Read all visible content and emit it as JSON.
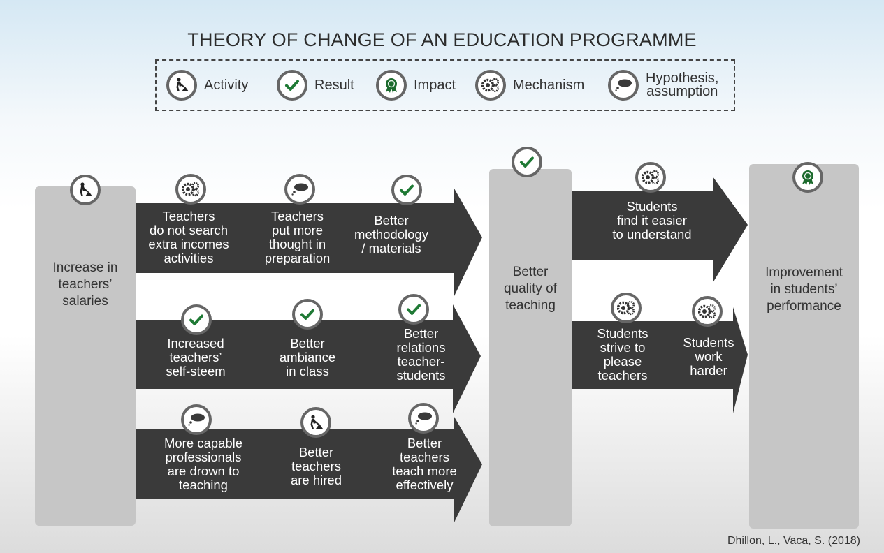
{
  "title": "THEORY OF CHANGE OF AN EDUCATION PROGRAMME",
  "legend": {
    "activity": "Activity",
    "result": "Result",
    "impact": "Impact",
    "mechanism": "Mechanism",
    "hypothesis_line1": "Hypothesis,",
    "hypothesis_line2": "assumption"
  },
  "columns": {
    "salaries": [
      "Increase in",
      "teachers’",
      "salaries"
    ],
    "quality": [
      "Better",
      "quality of",
      "teaching"
    ],
    "improvement": [
      "Improvement",
      "in students’",
      "performance"
    ]
  },
  "row1": {
    "a": [
      "Teachers",
      "do not search",
      "extra incomes",
      "activities"
    ],
    "b": [
      "Teachers",
      "put more",
      "thought in",
      "preparation"
    ],
    "c": [
      "Better",
      "methodology",
      "/ materials"
    ]
  },
  "row2": {
    "a": [
      "Increased",
      "teachers’",
      "self-steem"
    ],
    "b": [
      "Better",
      "ambiance",
      "in class"
    ],
    "c": [
      "Better",
      "relations",
      "teacher-",
      "students"
    ]
  },
  "row3": {
    "a": [
      "More capable",
      "professionals",
      "are drown to",
      "teaching"
    ],
    "b": [
      "Better",
      "teachers",
      "are hired"
    ],
    "c": [
      "Better",
      "teachers",
      "teach more",
      "effectively"
    ]
  },
  "right": {
    "top": [
      "Students",
      "find it easier",
      "to understand"
    ],
    "strive": [
      "Students",
      "strive to",
      "please",
      "teachers"
    ],
    "work": [
      "Students",
      "work",
      "harder"
    ]
  },
  "credit": "Dhillon, L., Vaca, S. (2018)",
  "colors": {
    "arrow": "#3a3a3a",
    "column": "#c6c6c6",
    "badge_border": "#666666",
    "check_green": "#1f7a35",
    "impact_green": "#1d6b2e"
  }
}
